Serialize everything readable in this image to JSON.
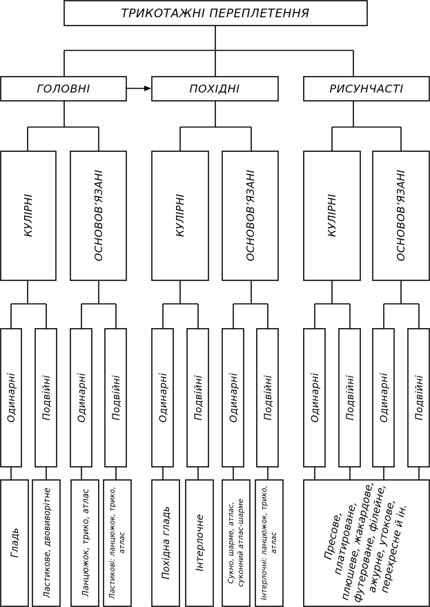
{
  "title": "ТРИКОТАЖНІ ПЕРЕПЛЕТЕННЯ",
  "categories": [
    "ГОЛОВНІ",
    "ПОХІДНІ",
    "РИСУНЧАСТІ"
  ],
  "subtypes": {
    "weft": "КУЛІРНІ",
    "warp": "ОСНОВОВ’ЯЗАНІ"
  },
  "kinds": {
    "single": "Одинарні",
    "double": "Подвійні"
  },
  "examples": {
    "main_weft_single": "Гладь",
    "main_weft_double": "Ластикове, двовиворітне",
    "main_warp_single": "Ланцюжок, трико, атлас",
    "main_warp_double": [
      "Ластикові: ланцюжок, трико,",
      "атлас"
    ],
    "derived_weft_single": "Похідна гладь",
    "derived_weft_double": "Інтерлочне",
    "derived_warp_single": [
      "Сукно, шарме, атлас,",
      "суконний атлас-шарме"
    ],
    "derived_warp_double": [
      "Інтерлочні: ланцюжок, трико,",
      "атлас"
    ],
    "pattern_all": [
      "Пресове,",
      "платироване,",
      "плюшеве, жакардове,",
      "футероване, філейне,",
      "ажурне, утокове,",
      "перехресне й ін."
    ]
  }
}
